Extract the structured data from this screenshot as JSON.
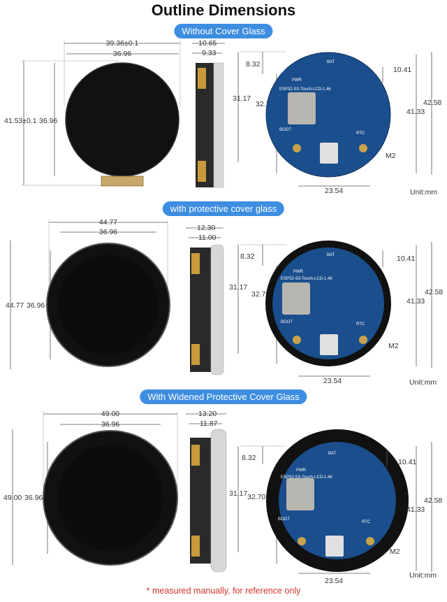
{
  "title": "Outline Dimensions",
  "sections": [
    {
      "label": "Without Cover Glass",
      "front_width_outer": "39.36±0.1",
      "front_width_inner": "36.96",
      "front_height_outer": "41.53±0.1",
      "front_height_inner": "36.96",
      "side_outer": "10.65",
      "side_inner": "9.33",
      "back_top": "8.32",
      "back_right_top": "10.41",
      "back_left_outer": "31.17",
      "back_left_inner": "32.70",
      "back_right_inner": "41.33",
      "back_right_outer": "42.58",
      "back_bottom": "23.54",
      "unit": "Unit:mm",
      "m2": "M2"
    },
    {
      "label": "with protective cover glass",
      "front_width_outer": "44.77",
      "front_width_inner": "36.96",
      "front_height_outer": "44.77",
      "front_height_inner": "36.96",
      "side_outer": "12.30",
      "side_inner": "11.00",
      "back_top": "8.32",
      "back_right_top": "10.41",
      "back_left_outer": "31.17",
      "back_left_inner": "32.70",
      "back_right_inner": "41.33",
      "back_right_outer": "42.58",
      "back_bottom": "23.54",
      "unit": "Unit:mm",
      "m2": "M2"
    },
    {
      "label": "With Widened Protective Cover Glass",
      "front_width_outer": "49.00",
      "front_width_inner": "36.96",
      "front_height_outer": "49.00",
      "front_height_inner": "36.96",
      "side_outer": "13.20",
      "side_inner": "11.87",
      "back_top": "8.32",
      "back_right_top": "10.41",
      "back_left_outer": "31.17",
      "back_left_inner": "32.70",
      "back_right_inner": "41.33",
      "back_right_outer": "42.58",
      "back_bottom": "23.54",
      "unit": "Unit:mm",
      "m2": "M2"
    }
  ],
  "board": {
    "bat": "BAT",
    "pwr": "PWR",
    "model": "ESP32-S3-Touch-LCD-1.46",
    "boot": "BOOT",
    "rtc": "RTC"
  },
  "colors": {
    "pill": "#3d8de0",
    "note": "#d0342c",
    "pcb": "#1a4e8c"
  },
  "footnote": "* measured manually, for reference only"
}
